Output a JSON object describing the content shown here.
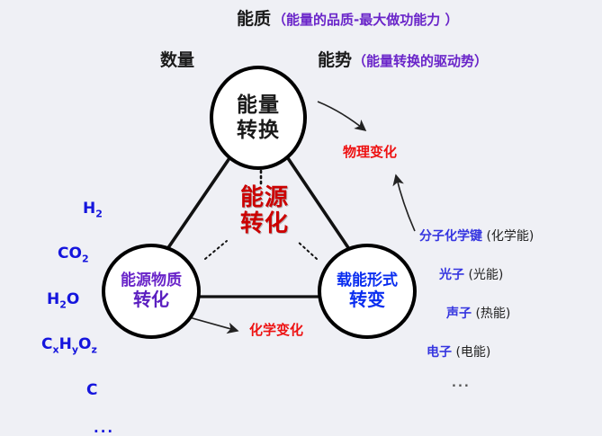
{
  "diagram": {
    "background_color": "#eff0f5",
    "center_title": {
      "line1": "能源",
      "line2": "转化",
      "color": "#cc0000"
    },
    "nodes": [
      {
        "id": "energy-conversion",
        "line1": "能量",
        "line2": "转换",
        "color": "#1a1a1a"
      },
      {
        "id": "energy-matter-conversion",
        "line1": "能源物质",
        "line2": "转化",
        "color": "#5b1fc0"
      },
      {
        "id": "energy-carrier-transform",
        "line1": "载能形式",
        "line2": "转变",
        "color": "#0b2ef0"
      }
    ],
    "top_labels": {
      "quality": "能质",
      "quality_note": "（能量的品质-最大做功能力 ）",
      "quantity": "数量",
      "potential": "能势",
      "potential_note": "（能量转换的驱动势）"
    },
    "red_notes": {
      "physical": "物理变化",
      "chemical": "化学变化",
      "color": "#ee1111"
    },
    "formulas": [
      {
        "html": "H<sub>2</sub>",
        "indent": 46
      },
      {
        "html": "CO<sub>2</sub>",
        "indent": 18
      },
      {
        "html": "H<sub>2</sub>O",
        "indent": 6
      },
      {
        "html": "C<sub>x</sub>H<sub>y</sub>O<sub>z</sub>",
        "indent": 0
      },
      {
        "html": "C",
        "indent": 50
      },
      {
        "html": "...",
        "indent": 58
      }
    ],
    "carriers": [
      {
        "name": "分子化学键",
        "paren": "(化学能)",
        "indent": 0
      },
      {
        "name": "光子",
        "paren": "(光能)",
        "indent": 22
      },
      {
        "name": "声子",
        "paren": "(热能)",
        "indent": 30
      },
      {
        "name": "电子",
        "paren": "(电能)",
        "indent": 8
      },
      {
        "name": "...",
        "paren": "",
        "indent": 36
      }
    ],
    "connectors": {
      "triangle_style": "solid",
      "center_style": "dotted",
      "arrow_physical_from": "energy-conversion",
      "arrow_physical_from2": "energy-carrier-transform",
      "arrow_chemical_from": "energy-matter-conversion"
    }
  }
}
